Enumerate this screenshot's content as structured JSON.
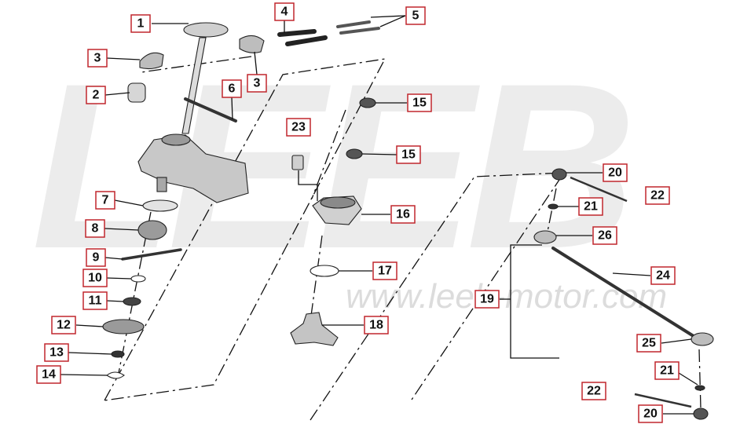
{
  "watermark": {
    "brand": "LEEB",
    "url": "www.leeb-motor.com"
  },
  "callouts": {
    "c1": "1",
    "c2": "2",
    "c3a": "3",
    "c3b": "3",
    "c4": "4",
    "c5": "5",
    "c6": "6",
    "c7": "7",
    "c8": "8",
    "c9": "9",
    "c10": "10",
    "c11": "11",
    "c12": "12",
    "c13": "13",
    "c14": "14",
    "c15a": "15",
    "c15b": "15",
    "c16": "16",
    "c17": "17",
    "c18": "18",
    "c19": "19",
    "c20a": "20",
    "c20b": "20",
    "c21a": "21",
    "c21b": "21",
    "c22a": "22",
    "c22b": "22",
    "c23": "23",
    "c24": "24",
    "c25": "25",
    "c26": "26"
  },
  "colors": {
    "callout_border": "#c0272d",
    "ink": "#111111",
    "watermark": "#ececec"
  }
}
